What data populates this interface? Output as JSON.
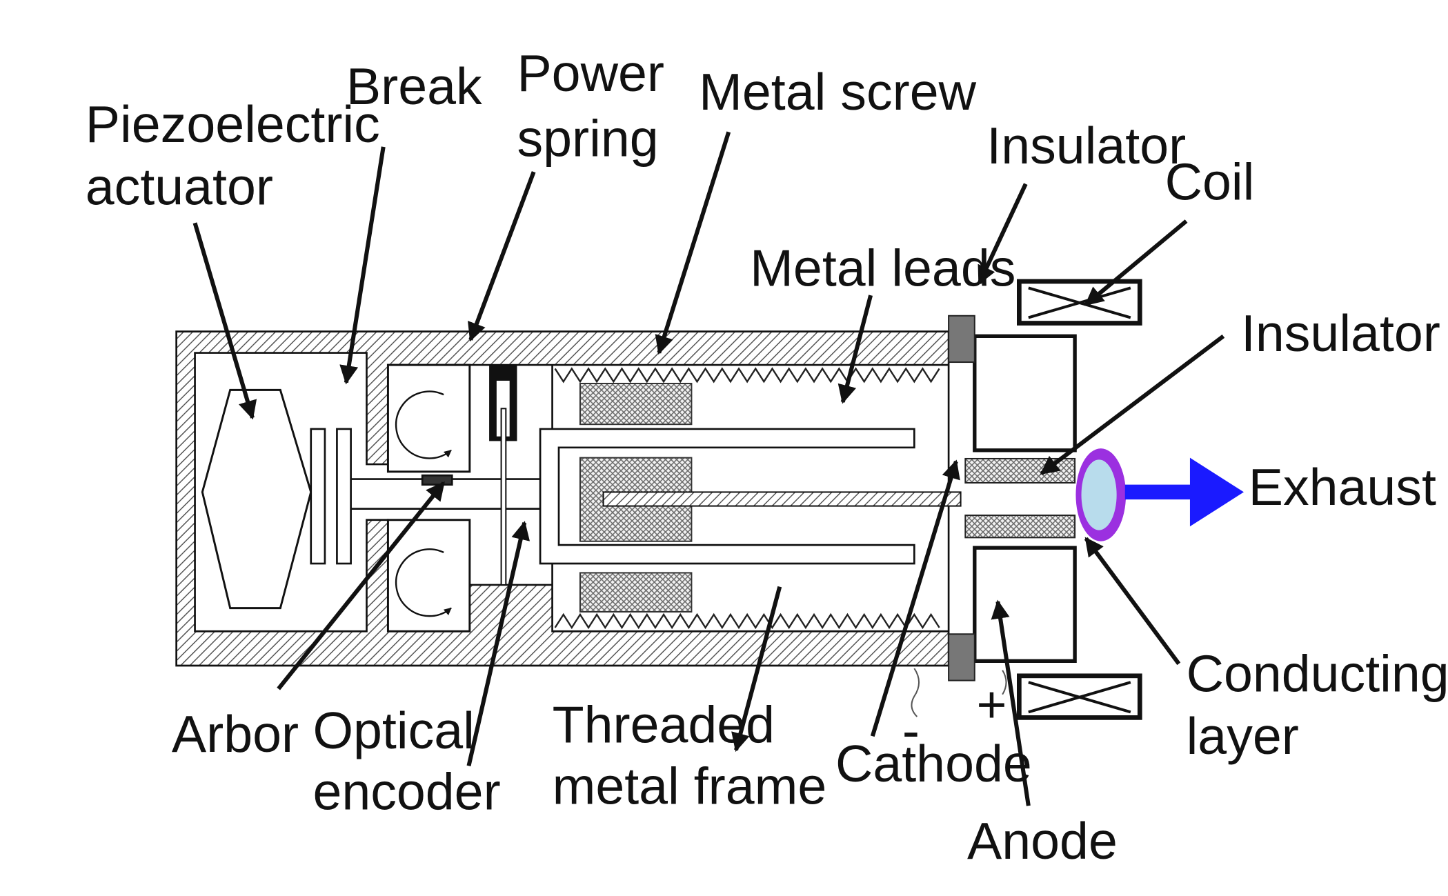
{
  "labels": {
    "piezo_1": "Piezoelectric",
    "piezo_2": "actuator",
    "break": "Break",
    "power_1": "Power",
    "power_2": "spring",
    "metal_screw": "Metal screw",
    "insulator_top": "Insulator",
    "coil": "Coil",
    "metal_leads": "Metal leads",
    "insulator_right": "Insulator",
    "exhaust": "Exhaust",
    "arbor": "Arbor",
    "optical_1": "Optical",
    "optical_2": "encoder",
    "threaded_1": "Threaded",
    "threaded_2": "metal frame",
    "cathode": "Cathode",
    "conducting_1": "Conducting",
    "conducting_2": "layer",
    "anode": "Anode",
    "plus_sign": "+",
    "minus_sign": "-"
  },
  "colors": {
    "line": "#111111",
    "hatch": "#555555",
    "exhaust_arrow": "#1a1aff",
    "plume_outer": "#9b30e0",
    "plume_inner": "#b8dcec"
  }
}
